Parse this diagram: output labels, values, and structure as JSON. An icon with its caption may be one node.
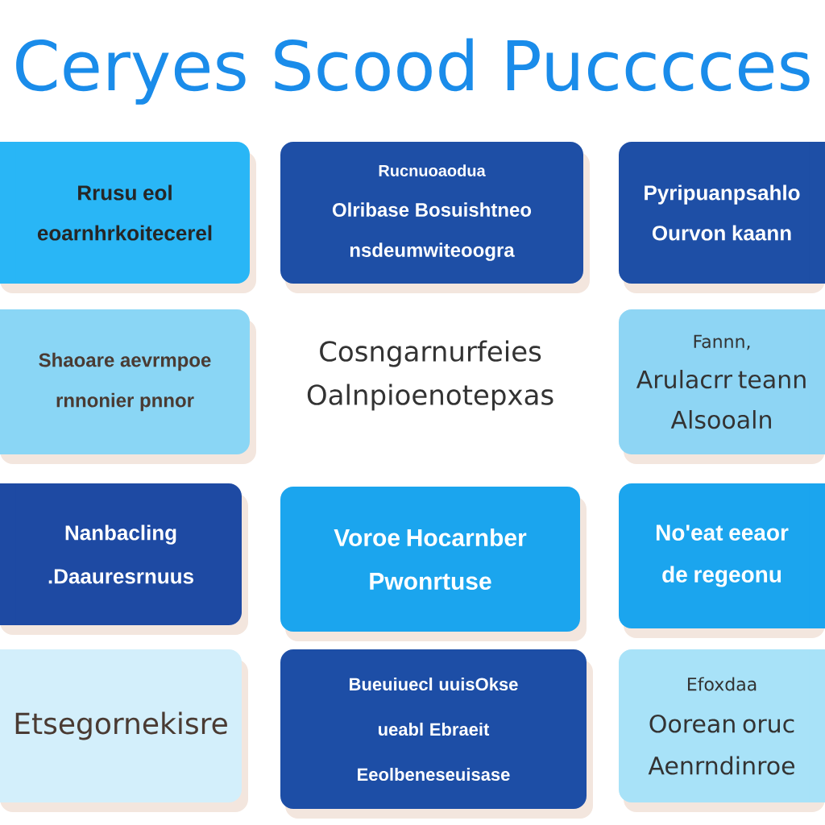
{
  "diagram": {
    "title": "Ceryes Scood Pucccces",
    "nodes": [
      {
        "text": [
          "Rrusu eol eoarnhrkoitecerel"
        ]
      },
      {
        "text": [
          "Rucnuoaodua",
          "Olribase Bosuishtneo nsdeumwiteoogra"
        ]
      },
      {
        "text": [
          "Pyripuanpsahlo Ourvon kaann"
        ]
      },
      {
        "text": [
          "Shaoare aevrmpoe rnnonier pnnor"
        ]
      },
      {
        "text": [
          "Fannn,",
          "Arulacrr teann Alsooaln"
        ]
      },
      {
        "text": [
          "Nanbacling .Daauresrnuus"
        ]
      },
      {
        "text": [
          "Voroe Hocarnber Pwonrtuse"
        ]
      },
      {
        "text": [
          "No'eat eeaor de regeonu"
        ]
      },
      {
        "text": [
          "Etsegornekisre"
        ]
      },
      {
        "text": [
          "Bueuiuecl uuisOkse ueabl Ebraeit Eeolbeneseuisase"
        ]
      },
      {
        "text": [
          "Efoxdaa",
          "Oorean oruc Aenrndinroe"
        ]
      }
    ],
    "labels": [
      "Cosngarnurfeies Oalnpioenotepxas"
    ]
  }
}
